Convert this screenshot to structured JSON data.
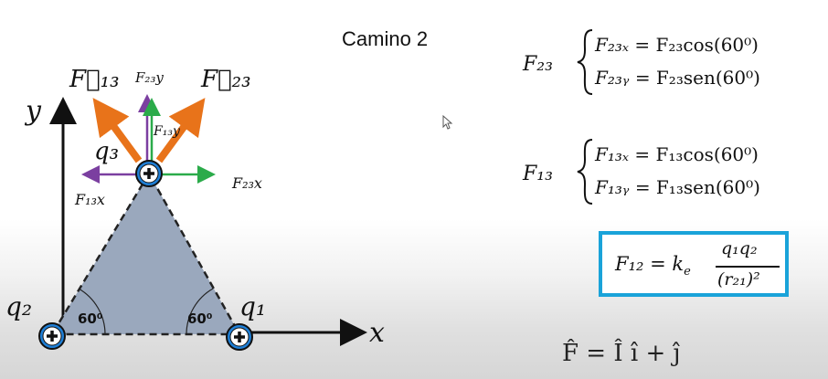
{
  "title": "Camino 2",
  "diagram": {
    "axis_y": "y",
    "axis_x": "x",
    "angle_left": "60⁰",
    "angle_right": "60⁰",
    "charge_q1": "q₁",
    "charge_q2": "q₂",
    "charge_q3": "q₃",
    "vec_F13": "F⃗₁₃",
    "vec_F23": "F⃗₂₃",
    "F23y": "F₂₃y",
    "F13y": "F₁₃y",
    "F23x": "F₂₃x",
    "F13x": "F₁₃x",
    "colors": {
      "orange": "#e8731a",
      "purple": "#7b3fa0",
      "green": "#2bab4a",
      "triangle": "#9aa8bd",
      "charge": "#1f7fd6"
    }
  },
  "equations": {
    "f23_label": "F₂₃",
    "f23_x_lhs": "F₂₃ₓ",
    "f23_x_rhs": "= F₂₃cos(60⁰)",
    "f23_y_lhs": "F₂₃ᵧ",
    "f23_y_rhs": "= F₂₃sen(60⁰)",
    "f13_label": "F₁₃",
    "f13_x_lhs": "F₁₃ₓ",
    "f13_x_rhs": "= F₁₃cos(60⁰)",
    "f13_y_lhs": "F₁₃ᵧ",
    "f13_y_rhs": "= F₁₃sen(60⁰)",
    "coulomb_lhs": "F₁₂ = k",
    "coulomb_e": "e",
    "coulomb_num": "q₁q₂",
    "coulomb_den": "(r₂₁)²",
    "bottom": "F̂  =  Î   î  +     ĵ"
  }
}
